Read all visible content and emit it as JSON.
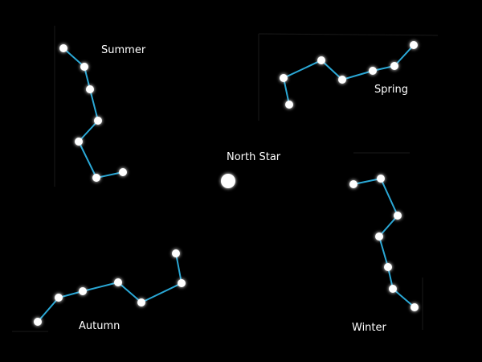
{
  "center_star": {
    "label": "North Star",
    "color": "#ffffff"
  },
  "line_color": "#2aa8d6",
  "star_color": "#ffffff",
  "constellations": [
    {
      "id": "summer",
      "label": "Summer",
      "stars": 7,
      "frame": "top-left"
    },
    {
      "id": "spring",
      "label": "Spring",
      "stars": 7,
      "frame": "top-right"
    },
    {
      "id": "winter",
      "label": "Winter",
      "stars": 7,
      "frame": "bottom-right"
    },
    {
      "id": "autumn",
      "label": "Autumn",
      "stars": 7,
      "frame": "bottom-left"
    }
  ]
}
